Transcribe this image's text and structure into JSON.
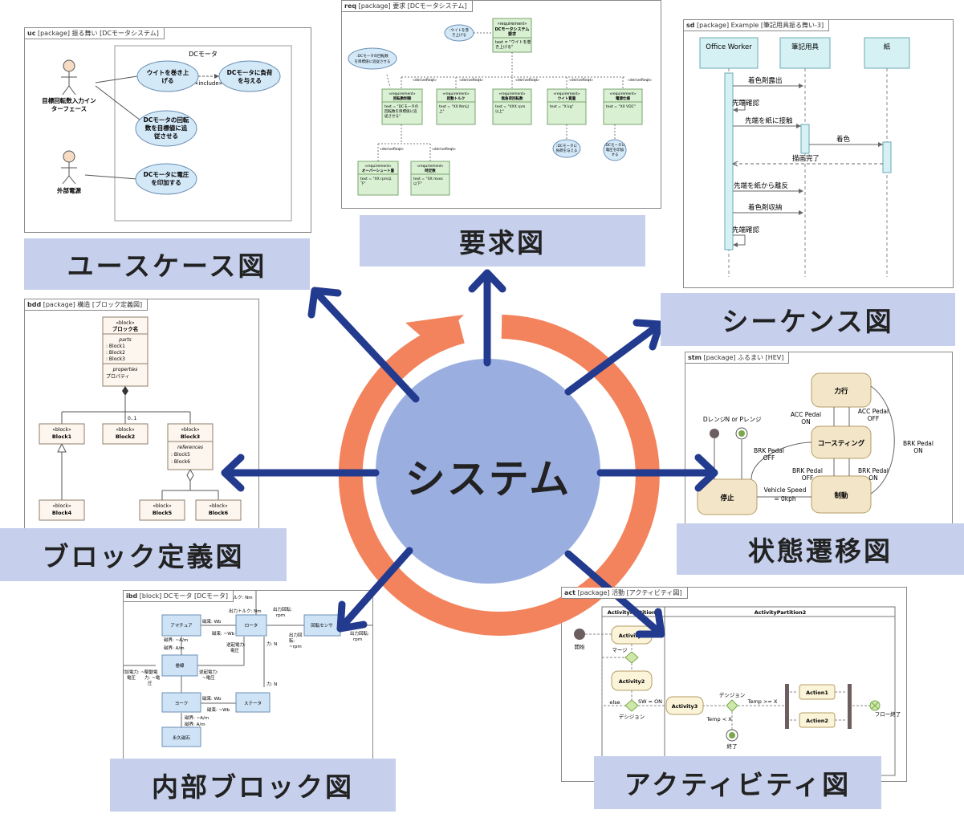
{
  "center": {
    "label": "システム"
  },
  "banners": {
    "usecase": "ユースケース図",
    "requirement": "要求図",
    "sequence": "シーケンス図",
    "state": "状態遷移図",
    "block": "ブロック定義図",
    "ibd": "内部ブロック図",
    "activity": "アクティビティ図"
  },
  "uc": {
    "kind": "uc",
    "frame": "[package] 振る舞い [DCモータシステム]",
    "boundary": "DCモータ",
    "actor1": [
      "目標回転数入力イン",
      "ターフェース"
    ],
    "actor2": "外部電源",
    "uc1": [
      "ウイトを巻き上",
      "げる"
    ],
    "uc2": [
      "DCモータに負荷",
      "を与える"
    ],
    "uc3": [
      "DCモータの回転",
      "数を目標値に追",
      "従させる"
    ],
    "uc4": [
      "DCモータに電圧",
      "を印加する"
    ],
    "include": "«include»"
  },
  "req": {
    "kind": "req",
    "frame": "[package] 要求 [DCモータシステム]",
    "top_stereo": "«requirement»",
    "top_name": [
      "DCモータシステム",
      "要求"
    ],
    "top_text": [
      "text = \"ウイトを巻",
      "き上げる\""
    ],
    "oval1": [
      ":ウイトを巻",
      "き上げる"
    ],
    "oval2": [
      ":DCモータの回転数",
      "を目標値に追従させる"
    ],
    "derive": "«deriveReqt»",
    "items": [
      {
        "stereo": "«requirement»",
        "name": "回転数制御",
        "text": [
          "text = \"DCモータの",
          "回転数を目標値に追",
          "従させる\""
        ]
      },
      {
        "stereo": "«requirement»",
        "name": "起動トルク",
        "text": [
          "text = \"XX Nm以",
          "上\""
        ]
      },
      {
        "stereo": "«requirement»",
        "name": "無負荷回転数",
        "text": [
          "text = \"XXX rpm",
          "以上\""
        ]
      },
      {
        "stereo": "«requirement»",
        "name": "ウイト質量",
        "text": [
          "text = \"X kg\""
        ]
      },
      {
        "stereo": "«requirement»",
        "name": "電源仕様",
        "text": [
          "text = \"XX VDC\""
        ]
      }
    ],
    "sub": [
      {
        "stereo": "«requirement»",
        "name": "オーバーシュート量",
        "text": [
          "text = \"XX rpm以",
          "下\""
        ]
      },
      {
        "stereo": "«requirement»",
        "name": "時定数",
        "text": [
          "text = \"XX msec",
          "以下\""
        ]
      }
    ],
    "oval3": [
      ":DCモータに",
      "負荷を与える"
    ],
    "oval4": [
      ":DCモータに",
      "電圧を印加",
      "する"
    ]
  },
  "sd": {
    "kind": "sd",
    "frame": "[package] Example [筆記用具振る舞い-3]",
    "lifelines": [
      "Office Worker",
      "筆記用具",
      "紙"
    ],
    "msgs": [
      "着色剤露出",
      "先端確認",
      "先端を紙に接触",
      "着色",
      "描画完了",
      "先端を紙から離反",
      "着色剤収納",
      "先端確認"
    ]
  },
  "stm": {
    "kind": "stm",
    "frame": "[package] ふるまい [HEV]",
    "states": [
      "力行",
      "コースティング",
      "制動",
      "停止"
    ],
    "init": "Dレンジ",
    "final": "N or Pレンジ",
    "labels": {
      "acc1": [
        "ACC Pedal",
        "ON"
      ],
      "acc2": [
        "ACC Pedal",
        "OFF"
      ],
      "brk1": [
        "BRK Pedal",
        "OFF"
      ],
      "brk2": [
        "BRK Pedal",
        "OFF"
      ],
      "brk3": [
        "BRK Pedal",
        "ON"
      ],
      "brk4": [
        "BRK Pedal",
        "ON"
      ],
      "vs": [
        "Vehicle Speed",
        "= 0kph"
      ]
    }
  },
  "bdd": {
    "kind": "bdd",
    "frame": "[package] 構造 [ブロック定義図]",
    "stereo": "«block»",
    "top_name": "ブロック名",
    "parts_title": "parts",
    "parts": [
      ": Block1",
      ": Block2",
      ": Block3"
    ],
    "props_title": "properties",
    "props": "プロパティ",
    "mult": "0..1",
    "blocks": [
      "Block1",
      "Block2",
      "Block3",
      "Block4",
      "Block5",
      "Block6"
    ],
    "refs_title": "references",
    "refs": [
      ": Block5",
      ": Block6"
    ]
  },
  "ibd": {
    "kind": "ibd",
    "frame": "[block] DCモータ [DCモータ]",
    "parts": [
      "アマチュア",
      "ロータ",
      "回転センサ",
      "巻線",
      "ヨーク",
      "ステータ",
      "永久磁石"
    ],
    "labels": {
      "out_torque": "出力トルク: Nm",
      "out_torque2": "出力トルク: Nm",
      "mag_wb": "磁束: Wb",
      "mag_wb2": "磁束: ~Wb",
      "field1": "磁界: ~A/m",
      "field2": "磁界: A/m",
      "back_emf": [
        "逆起電力:",
        "電圧"
      ],
      "force": "力: N",
      "force2": "力: N",
      "out_rpm": [
        "出力回転:",
        "rpm"
      ],
      "out_rpm2": [
        "出力回",
        "転:",
        "~rpm"
      ],
      "out_rpm3": [
        "出力回転:",
        "rpm"
      ],
      "in_volt": [
        "印加電力: ~",
        "電圧"
      ],
      "drive_volt": [
        "駆動電",
        "力: ~電",
        "圧"
      ],
      "back_emf2": [
        "逆起電力:",
        "~電圧"
      ],
      "mag_wb3": "磁束: Wb",
      "mag_wb4": "磁束: ~Wb",
      "field3": "磁界: ~A/m",
      "field4": "磁界: A/m"
    }
  },
  "act": {
    "kind": "act",
    "frame": "[package] 活動 [アクティビティ図]",
    "partition1": "ActivityPartition1",
    "partition2": "ActivityPartition2",
    "start": "開始",
    "merge": "マージ",
    "acts": [
      "Activity1",
      "Activity2",
      "Activity3",
      "Action1",
      "Action2"
    ],
    "else": "else",
    "decision": "デシジョン",
    "decision2": "デシジョン",
    "sw": "SW = ON",
    "guard1": "Temp >= X",
    "guard2": "Temp < X",
    "end": "終了",
    "flow_end": "フロー終了"
  },
  "colors": {
    "banner": "#c6d0ec",
    "arrow": "#233b8e",
    "ring": "#f3835d",
    "center": "#9aaee0",
    "uc_fill": "#d4e9f8",
    "req_fill": "#d9f0d3",
    "sd_fill": "#d6f1f4",
    "stm_fill": "#f3e6c8",
    "bdd_fill": "#fdf6ee",
    "ibd_fill": "#cfe3f6",
    "act_fill": "#fbf4d9"
  }
}
